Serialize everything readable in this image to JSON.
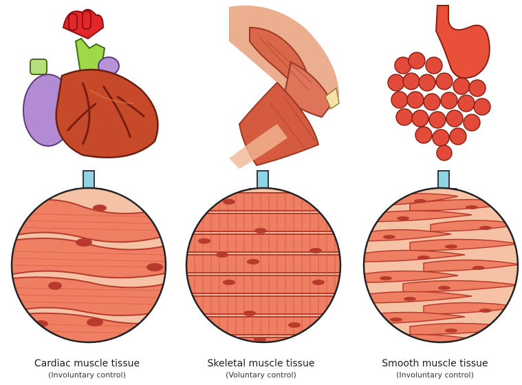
{
  "tissues": [
    {
      "name": "Cardiac muscle tissue",
      "control": "(Involuntary control)",
      "organ": "heart"
    },
    {
      "name": "Skeletal muscle tissue",
      "control": "(Voluntary control)",
      "organ": "arm-muscle"
    },
    {
      "name": "Smooth muscle tissue",
      "control": "(Involuntary control)",
      "organ": "stomach-intestines"
    }
  ],
  "colors": {
    "muscle_base": "#f2a58c",
    "muscle_fiber": "#e0604a",
    "muscle_dark": "#b83a2c",
    "circle_bg": "#f6c2a6",
    "arrow": "#8fd3e6",
    "arrow_stroke": "#2f3a40"
  }
}
